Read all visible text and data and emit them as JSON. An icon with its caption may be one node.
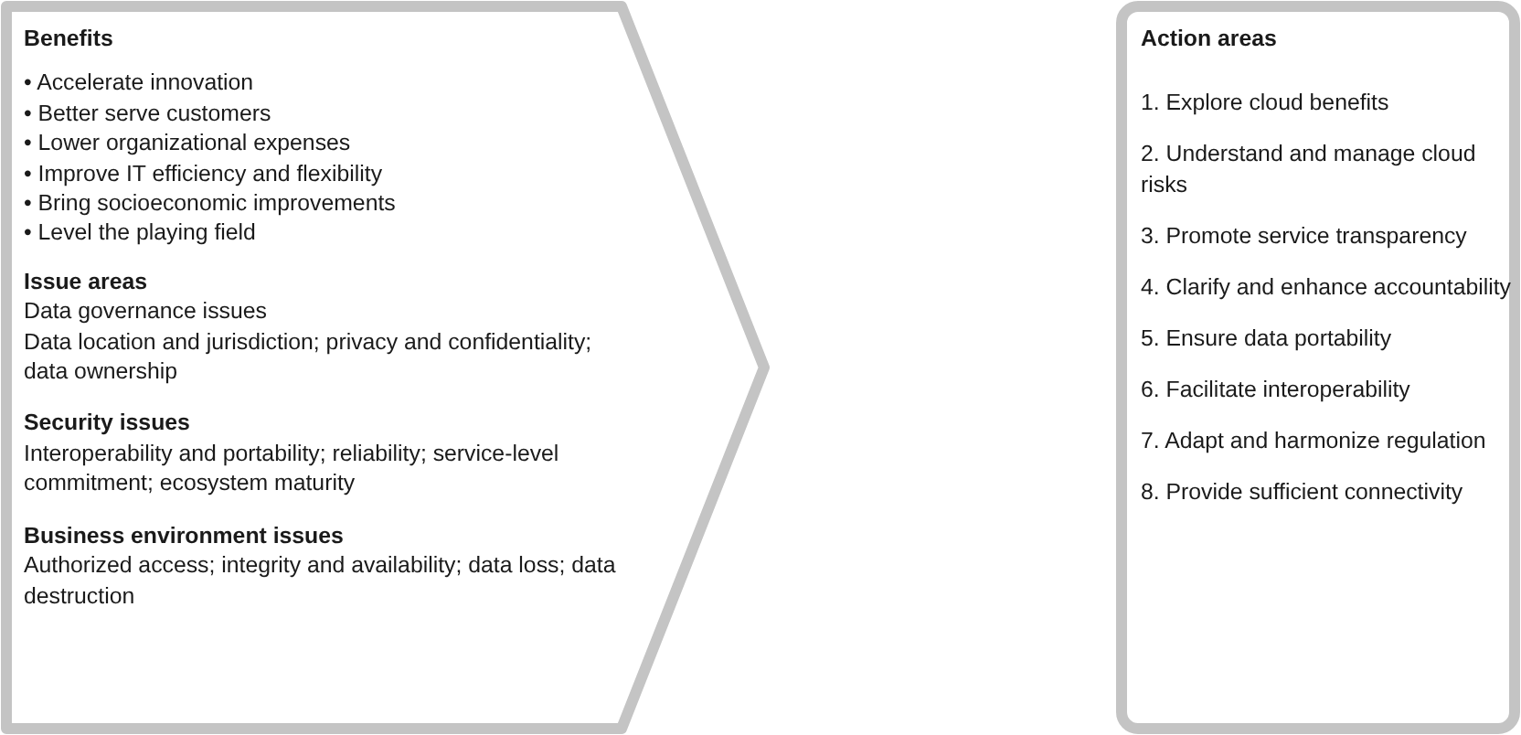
{
  "diagram": {
    "nodes": [
      {
        "text": [
          "Benefits",
          "• Accelerate innovation",
          "• Better serve customers",
          "• Lower organizational expenses",
          "• Improve IT efficiency and flexibility",
          "• Bring socioeconomic improvements",
          "• Level the playing field",
          "Issue areas",
          "Data governance issues",
          "Data location and jurisdiction; privacy and confidentiality; data ownership",
          "Security issues",
          "Interoperability and portability; reliability; service-level commitment; ecosystem maturity",
          "Business environment issues",
          "Authorized access; integrity and availability; data loss; data destruction"
        ]
      },
      {
        "text": [
          "Action areas",
          "1. Explore cloud benefits",
          "2. Understand and manage cloud risks",
          "3. Promote service transparency",
          "4. Clarify and enhance accountability",
          "5. Ensure data portability",
          "6. Facilitate interoperability",
          "7. Adapt and harmonize regulation",
          "8. Provide sufficient connectivity"
        ]
      }
    ],
    "edges": []
  }
}
